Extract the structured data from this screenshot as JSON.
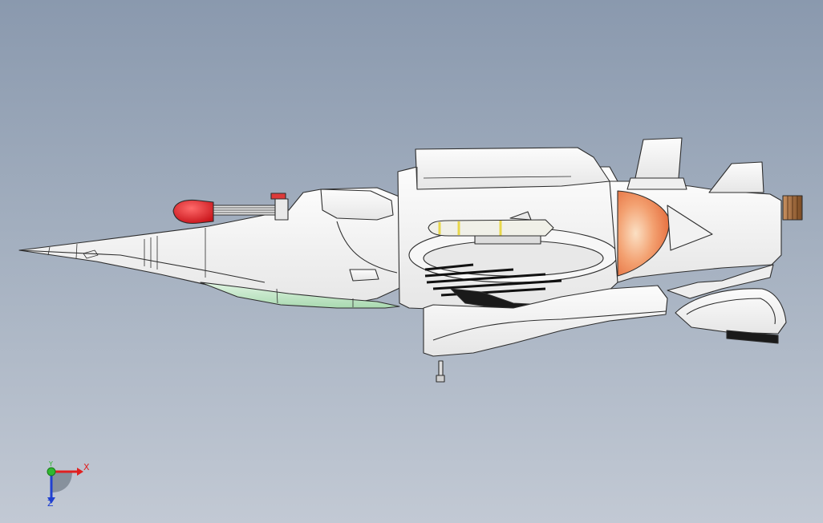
{
  "viewport": {
    "background_top": "#8a99ae",
    "background_bottom": "#c2c9d4",
    "model_fill": "#f4f4f4",
    "model_outline": "#2e2e2e"
  },
  "accents": {
    "nose_cone_red": "#e0262a",
    "canopy_green": "#bfe6c4",
    "exhaust_orange": "#f08a56",
    "missile_stripe": "#e8d74a",
    "grille_brown": "#9a6a3a"
  },
  "triad": {
    "x_label": "X",
    "y_label": "Y",
    "z_label": "Z",
    "x_color": "#e02020",
    "y_color": "#2fb82f",
    "z_color": "#2040d0"
  }
}
